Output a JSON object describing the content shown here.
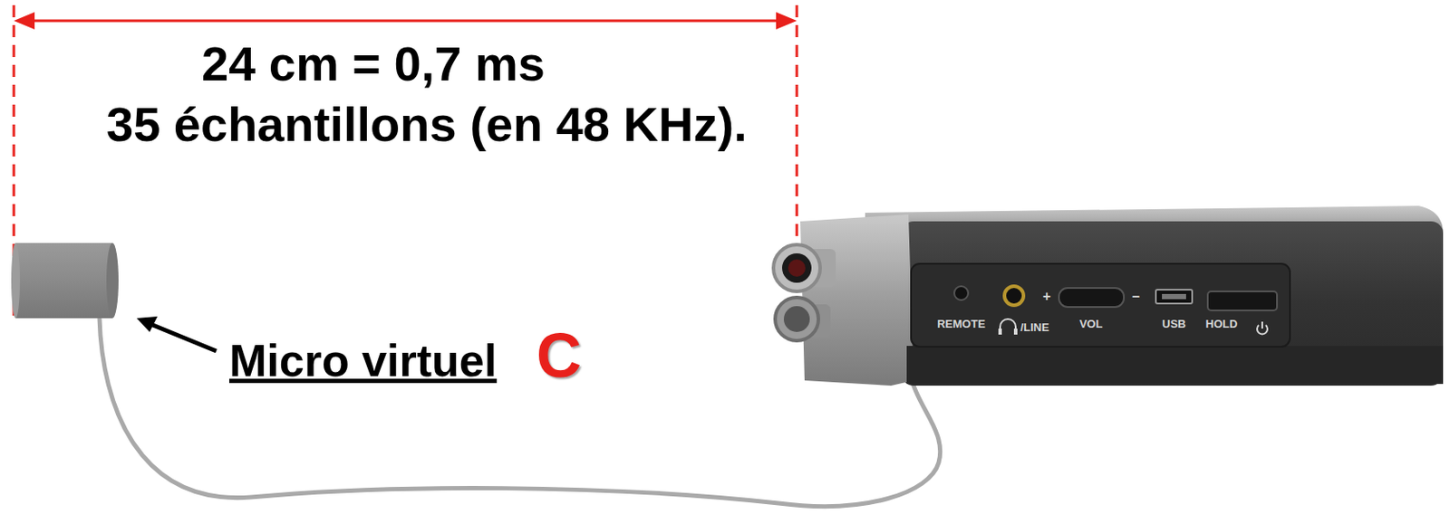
{
  "diagram": {
    "labels": [
      "24 cm = 0,7 ms",
      "35 échantillons (en 48 KHz).",
      "Micro virtuel",
      "C",
      "REMOTE",
      "/LINE",
      "+",
      "VOL",
      "–",
      "USB",
      "HOLD"
    ]
  }
}
